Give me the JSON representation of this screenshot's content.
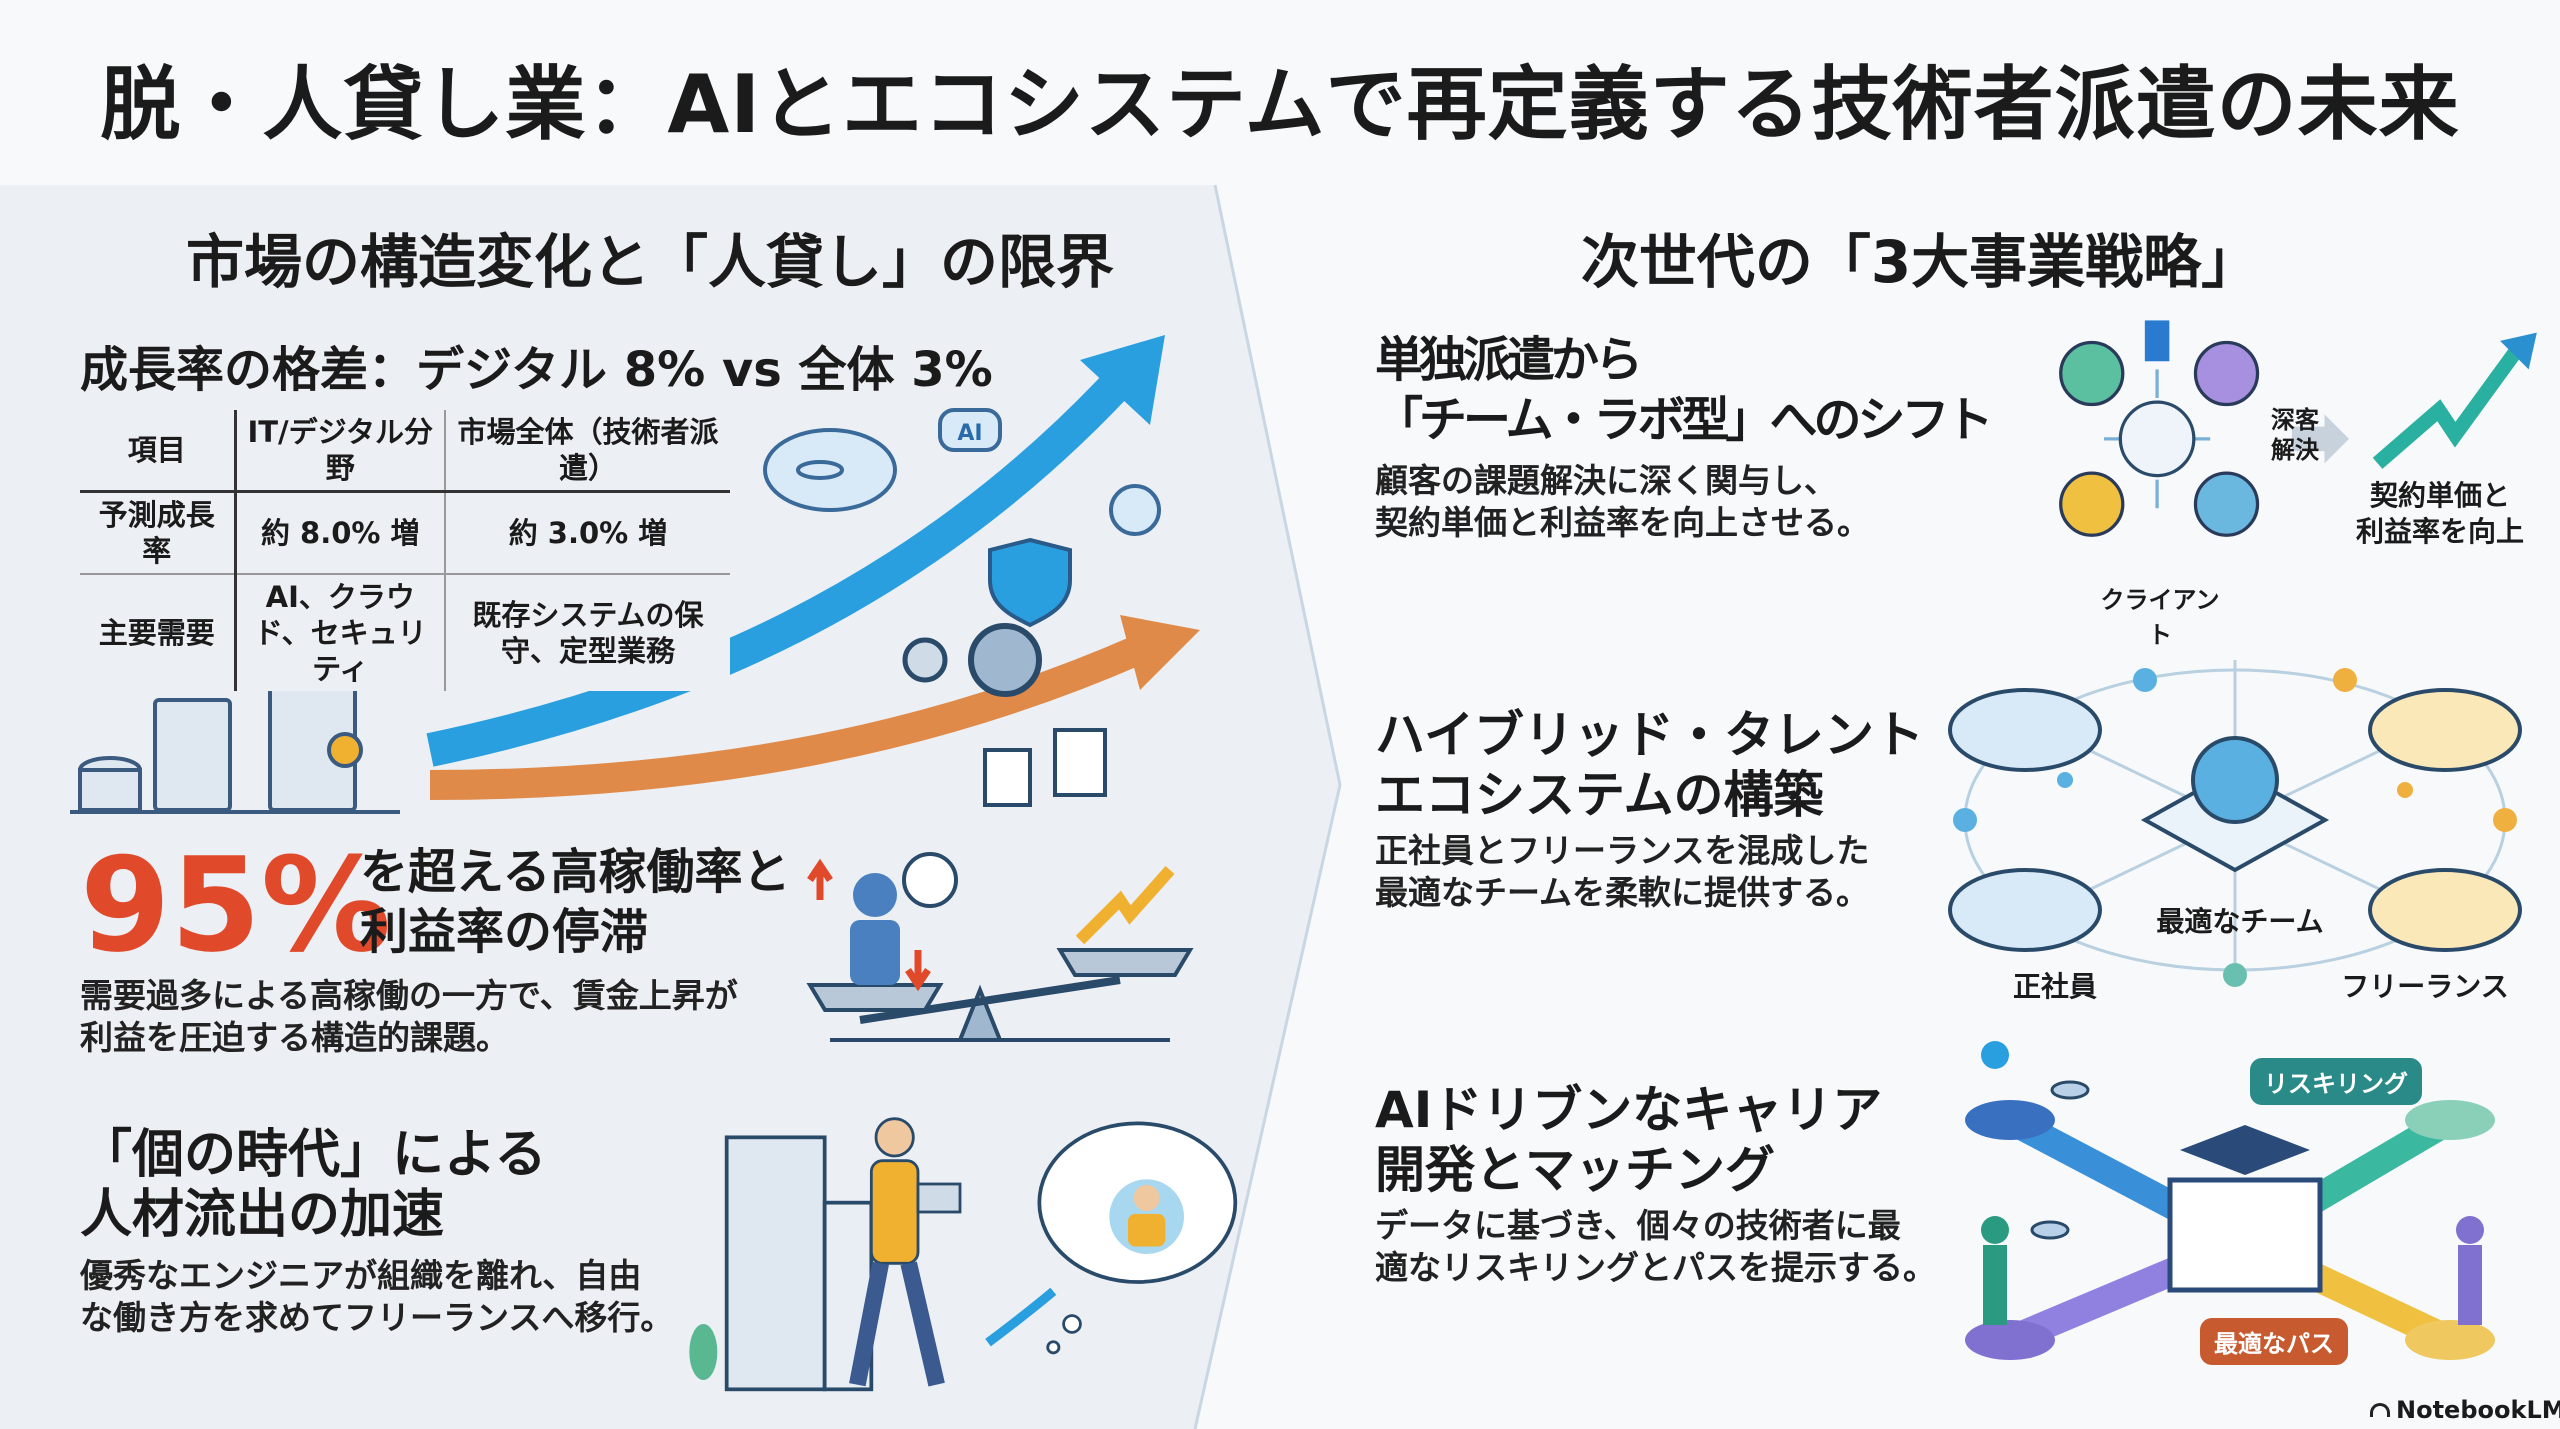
{
  "title": "脱・人貸し業：AIとエコシステムで再定義する技術者派遣の未来",
  "left": {
    "heading": "市場の構造変化と「人貸し」の限界",
    "growth": {
      "heading": "成長率の格差：デジタル 8% vs 全体 3%",
      "table": {
        "headers": [
          "項目",
          "IT/デジタル分野",
          "市場全体（技術者派遣）"
        ],
        "rows": [
          [
            "予測成長率",
            "約 8.0% 増",
            "約 3.0% 増"
          ],
          [
            "主要需要",
            "AI、クラウド、セキュリティ",
            "既存システムの保守、定型業務"
          ]
        ]
      },
      "icon_label": "AI"
    },
    "utilization": {
      "big_number": "95%",
      "heading_line1": "を超える高稼働率と",
      "heading_line2": "利益率の停滞",
      "body_line1": "需要過多による高稼働の一方で、賃金上昇が",
      "body_line2": "利益を圧迫する構造的課題。"
    },
    "outflow": {
      "heading_line1": "「個の時代」による",
      "heading_line2": "人材流出の加速",
      "body_line1": "優秀なエンジニアが組織を離れ、自由",
      "body_line2": "な働き方を求めてフリーランスへ移行。"
    }
  },
  "right": {
    "heading": "次世代の「3大事業戦略」",
    "strategies": [
      {
        "title_line1": "単独派遣から",
        "title_line2": "「チーム・ラボ型」へのシフト",
        "body_line1": "顧客の課題解決に深く関与し、",
        "body_line2": "契約単価と利益率を向上させる。",
        "labels": {
          "client": "クライアント",
          "deep": "深客解決",
          "result_line1": "契約単価と",
          "result_line2": "利益率を向上"
        }
      },
      {
        "title_line1": "ハイブリッド・タレント",
        "title_line2": "エコシステムの構築",
        "body_line1": "正社員とフリーランスを混成した",
        "body_line2": "最適なチームを柔軟に提供する。",
        "labels": {
          "team": "最適なチーム",
          "employee": "正社員",
          "freelance": "フリーランス"
        }
      },
      {
        "title_line1": "AIドリブンなキャリア",
        "title_line2": "開発とマッチング",
        "body_line1": "データに基づき、個々の技術者に最",
        "body_line2": "適なリスキリングとパスを提示する。",
        "labels": {
          "reskilling": "リスキリング",
          "path": "最適なパス"
        }
      }
    ]
  },
  "footer": {
    "brand": "NotebookLM"
  },
  "colors": {
    "accent_red": "#e04a2a",
    "blue": "#2a9fe0",
    "orange": "#e08a4a",
    "panel": "#eceff3"
  }
}
